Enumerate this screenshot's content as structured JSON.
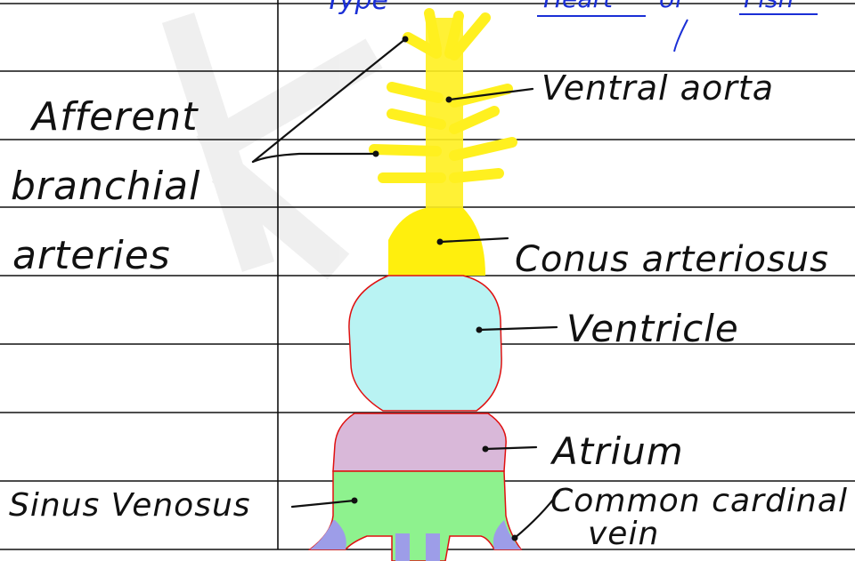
{
  "title_fragments": [
    "Type",
    "Heart",
    "of",
    "Fish"
  ],
  "labels": {
    "afferent": [
      "Afferent",
      "branchial",
      "arteries"
    ],
    "ventral_aorta": "Ventral aorta",
    "conus": "Conus arteriosus",
    "ventricle": "Ventricle",
    "atrium": "Atrium",
    "sinus": "Sinus Venosus",
    "common_cardinal": [
      "Common cardinal",
      "vein"
    ]
  },
  "colors": {
    "ventral_aorta": "#fff01f",
    "conus": "#ffee00",
    "ventricle": "#b9f3f3",
    "atrium": "#d9b8d9",
    "sinus": "#8ef28e",
    "cardinal_veins": "#9d9de8",
    "outline": "#e01010",
    "ink": "#111111",
    "title_ink": "#1a2fd6",
    "rule_lines": "#111111"
  }
}
